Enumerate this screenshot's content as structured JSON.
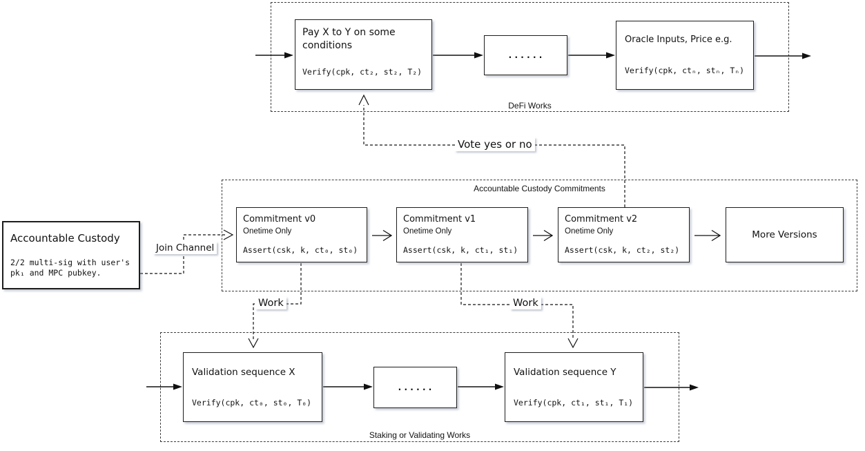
{
  "canvas": {
    "background": "#ffffff",
    "stroke": "#1a1a1a"
  },
  "defi_works": {
    "label": "DeFi Works",
    "pay_box": {
      "title": "Pay X to Y on some conditions",
      "code": "Verify(cpk, ct₂, st₂, T₂)"
    },
    "dots": "......",
    "oracle_box": {
      "title": "Oracle Inputs, Price e.g.",
      "code": "Verify(cpk, ctₙ, stₙ, Tₙ)"
    }
  },
  "commitments": {
    "label": "Accountable Custody Commitments",
    "v0": {
      "title": "Commitment v0",
      "subtitle": "Onetime Only",
      "code": "Assert(csk, k, ct₀, st₀)"
    },
    "v1": {
      "title": "Commitment v1",
      "subtitle": "Onetime Only",
      "code": "Assert(csk, k, ct₁, st₁)"
    },
    "v2": {
      "title": "Commitment v2",
      "subtitle": "Onetime Only",
      "code": "Assert(csk, k, ct₂, st₂)"
    },
    "more": {
      "title": "More Versions"
    }
  },
  "custody": {
    "title": "Accountable Custody",
    "description": "2/2 multi-sig with user's pk₁ and MPC pubkey."
  },
  "staking": {
    "label": "Staking or Validating Works",
    "validation_x": {
      "title": "Validation sequence X",
      "code": "Verify(cpk, ct₀, st₀, T₀)"
    },
    "dots": "......",
    "validation_y": {
      "title": "Validation sequence Y",
      "code": "Verify(cpk, ct₁, st₁, T₁)"
    }
  },
  "connector_labels": {
    "join_channel": "Join Channel",
    "vote": "Vote yes or no",
    "work_left": "Work",
    "work_right": "Work"
  }
}
